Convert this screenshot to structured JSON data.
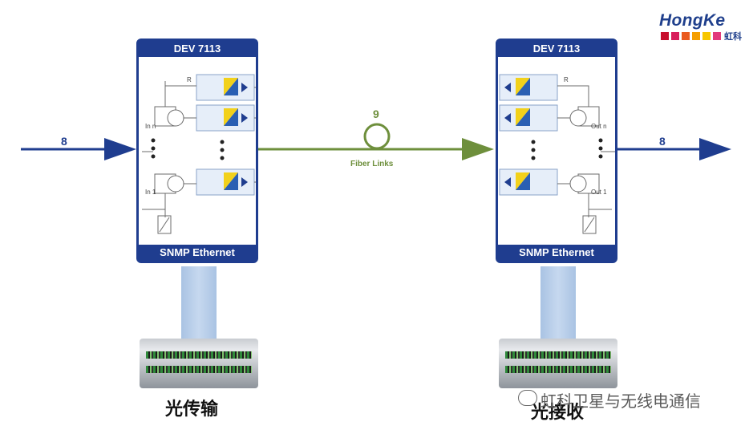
{
  "logo": {
    "brand": "HongKe",
    "brand_cn": "虹科",
    "square_colors": [
      "#c8102e",
      "#d81e5b",
      "#ea5a1e",
      "#f59f00",
      "#f7c600",
      "#e23a7a"
    ]
  },
  "left_device": {
    "title": "DEV 7113",
    "footer": "SNMP Ethernet",
    "labels": {
      "r": "R",
      "in_n": "In n",
      "in_1": "In 1"
    },
    "caption": "光传输"
  },
  "right_device": {
    "title": "DEV 7113",
    "footer": "SNMP Ethernet",
    "labels": {
      "r": "R",
      "out_n": "Out n",
      "out_1": "Out 1"
    },
    "caption": "光接收"
  },
  "input_count": "8",
  "output_count": "8",
  "fiber": {
    "count": "9",
    "label": "Fiber Links"
  },
  "watermark": "虹科卫星与无线电通信",
  "colors": {
    "panel_blue": "#1f3d8f",
    "fiber_green": "#6e8f3c",
    "arrow_blue": "#1f3d8f"
  }
}
